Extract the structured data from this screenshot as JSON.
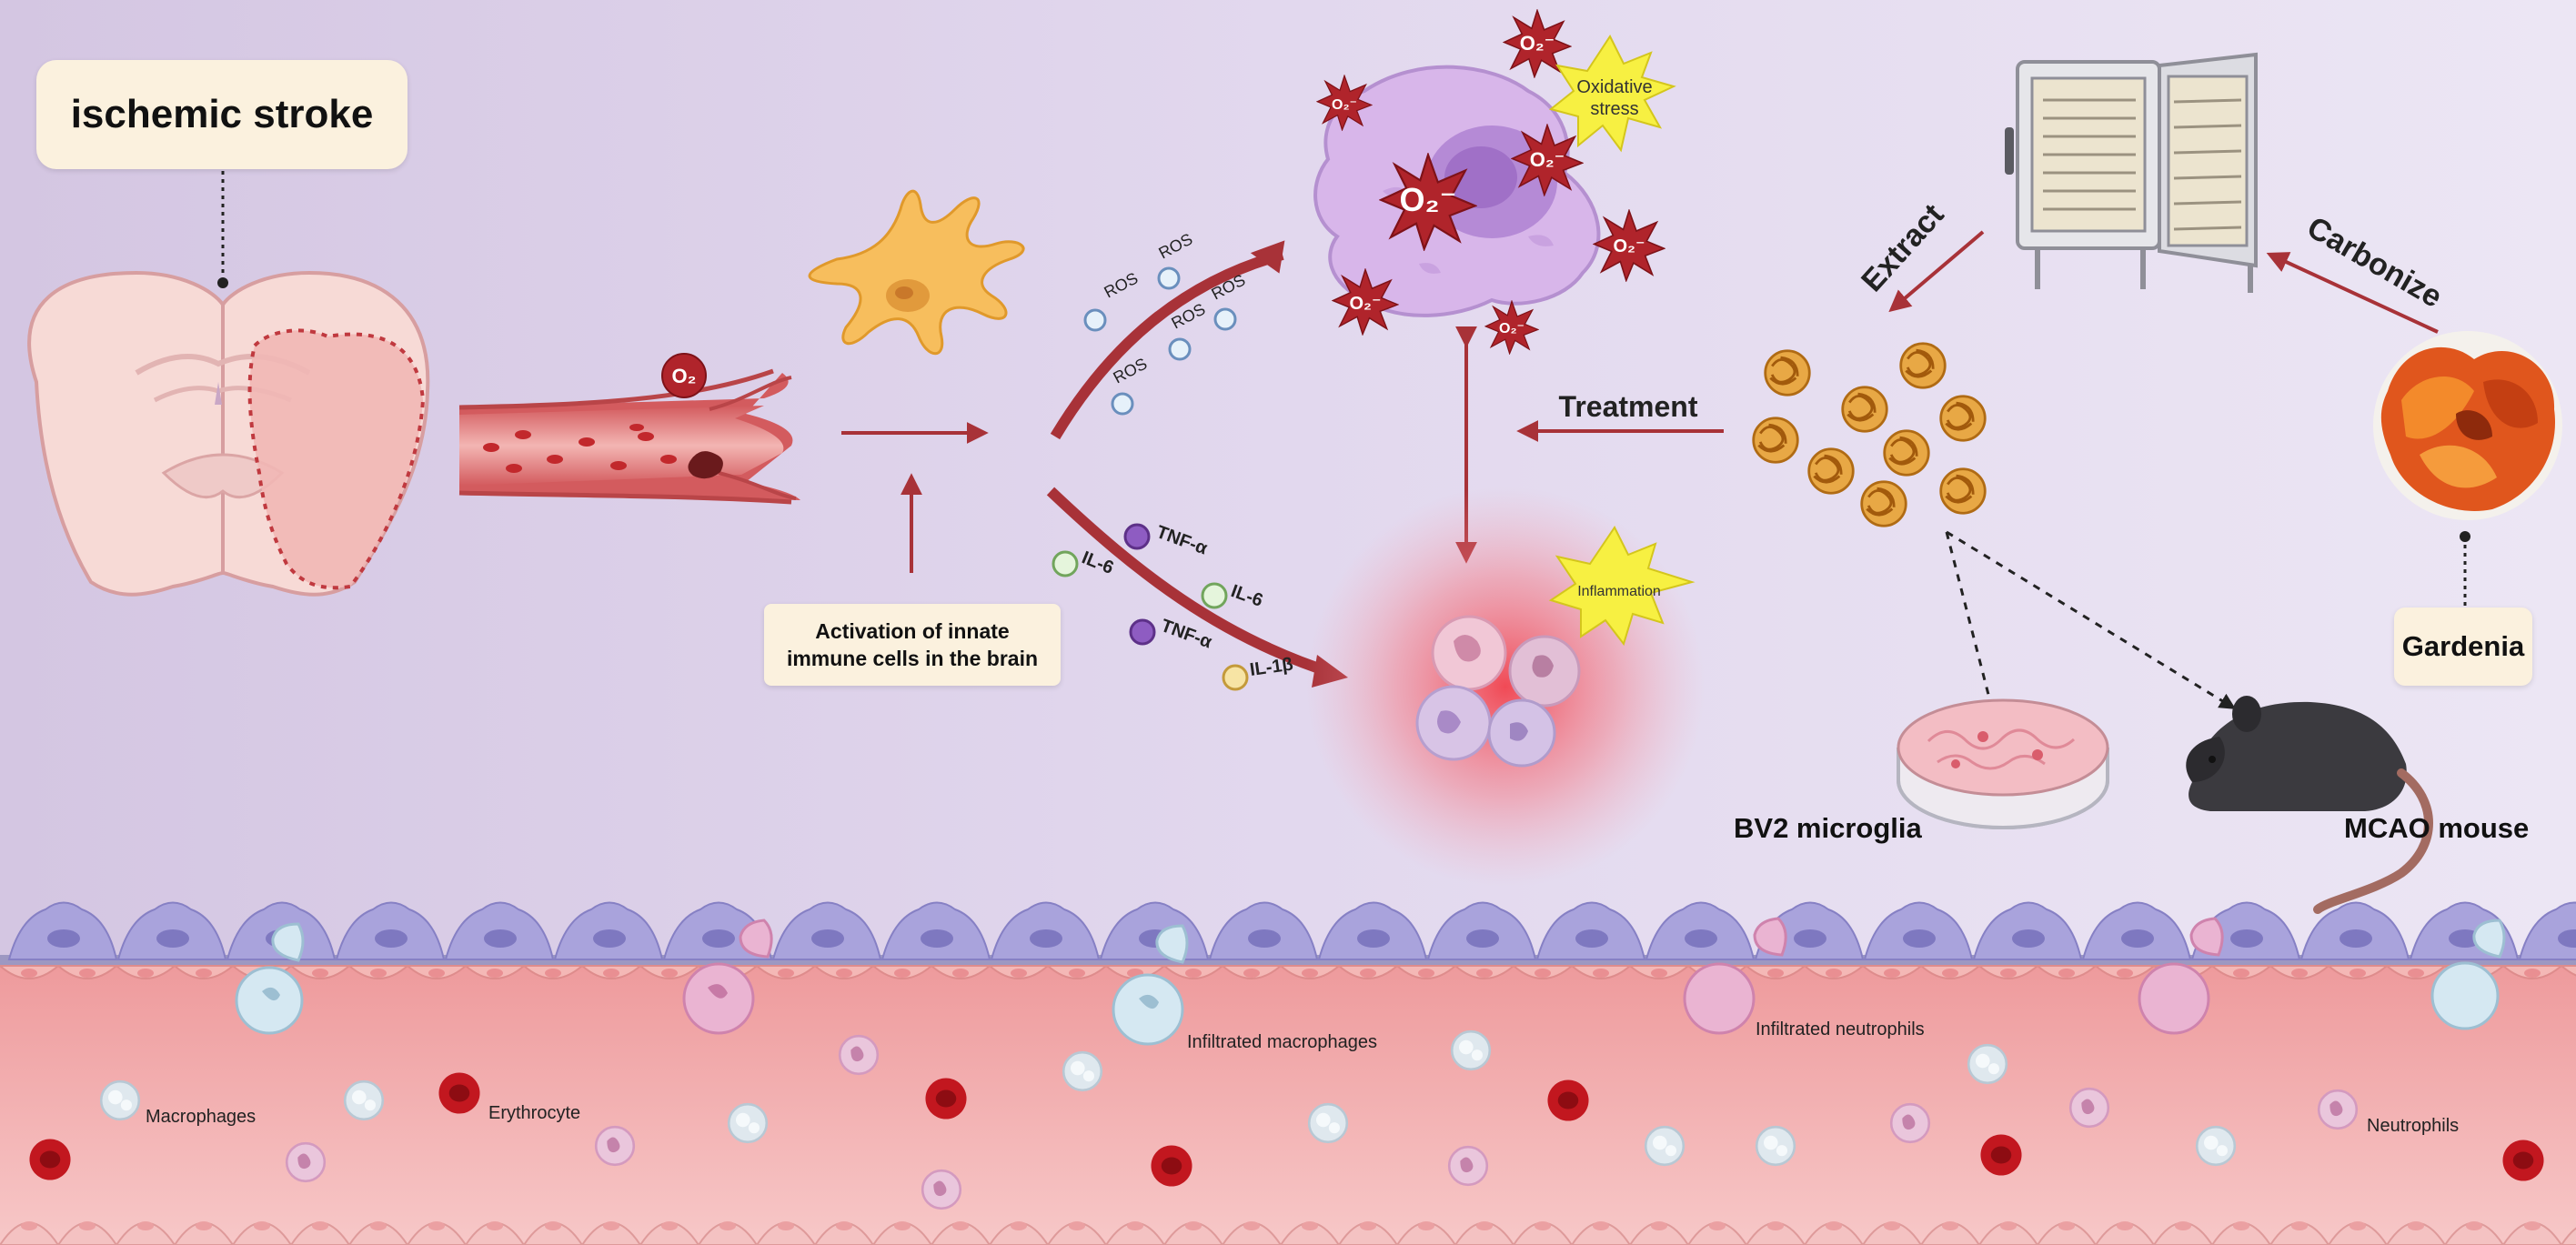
{
  "title_box": "ischemic stroke",
  "activation_box": [
    "Activation of innate",
    "immune cells in the brain"
  ],
  "o2_symbol": "O₂",
  "o2_radical": "O₂⁻",
  "ros_label": "ROS",
  "cytokines": {
    "tnf": "TNF-α",
    "il6": "IL-6",
    "il1b": "IL-1β"
  },
  "oxidative_stress": [
    "Oxidative",
    "stress"
  ],
  "inflammation": "Inflammation",
  "treatment": "Treatment",
  "extract": "Extract",
  "carbonize": "Carbonize",
  "gardenia": "Gardenia",
  "bv2": "BV2 microglia",
  "mcao": "MCAO mouse",
  "vessel_labels": {
    "macrophages": "Macrophages",
    "erythrocyte": "Erythrocyte",
    "infiltrated_macrophages": "Infiltrated  macrophages",
    "infiltrated_neutrophils": "Infiltrated neutrophils",
    "neutrophils": "Neutrophils"
  },
  "colors": {
    "arrow": "#a83238",
    "box_bg": "#fbf1de",
    "radical_red": "#b0242b",
    "burst_yellow": "#f7f042",
    "cell_purple": "#d8b6ea",
    "vessel_pink": "#f2a9a9"
  }
}
